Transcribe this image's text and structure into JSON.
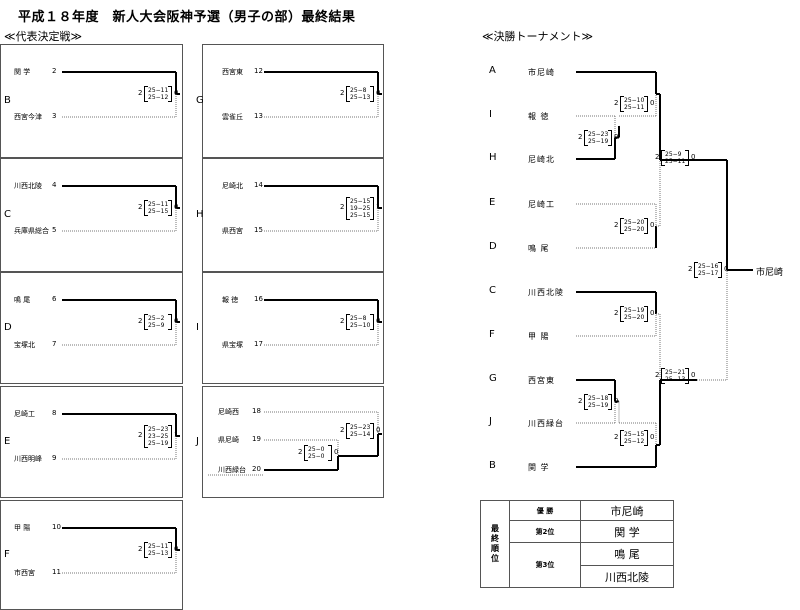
{
  "title": "平成１８年度　新人大会阪神予選（男子の部）最終結果",
  "rep_header": "≪代表決定戦≫",
  "tourn_header": "≪決勝トーナメント≫",
  "rep_blocks": [
    {
      "block": "B",
      "top": {
        "name": "関 学",
        "seed": "2"
      },
      "bottom": {
        "name": "西宮今津",
        "seed": "3"
      },
      "games_w": "2",
      "scores": "25−11\n25−12",
      "games_l": "0"
    },
    {
      "block": "C",
      "top": {
        "name": "川西北陵",
        "seed": "4"
      },
      "bottom": {
        "name": "兵庫県総合",
        "seed": "5"
      },
      "games_w": "2",
      "scores": "25−11\n25−15",
      "games_l": "0"
    },
    {
      "block": "D",
      "top": {
        "name": "鳴 尾",
        "seed": "6"
      },
      "bottom": {
        "name": "宝塚北",
        "seed": "7"
      },
      "games_w": "2",
      "scores": "25−2\n25−9",
      "games_l": "0"
    },
    {
      "block": "E",
      "top": {
        "name": "尼崎工",
        "seed": "8"
      },
      "bottom": {
        "name": "川西明峰",
        "seed": "9"
      },
      "games_w": "2",
      "scores": "25−23\n23−25\n25−19",
      "games_l": "1"
    },
    {
      "block": "F",
      "top": {
        "name": "甲 陽",
        "seed": "10"
      },
      "bottom": {
        "name": "市西宮",
        "seed": "11"
      },
      "games_w": "2",
      "scores": "25−11\n25−13",
      "games_l": "0"
    },
    {
      "block": "G",
      "top": {
        "name": "西宮東",
        "seed": "12"
      },
      "bottom": {
        "name": "雲雀丘",
        "seed": "13"
      },
      "games_w": "2",
      "scores": "25−8\n25−13",
      "games_l": "0"
    },
    {
      "block": "H",
      "top": {
        "name": "尼崎北",
        "seed": "14"
      },
      "bottom": {
        "name": "県西宮",
        "seed": "15"
      },
      "games_w": "2",
      "scores": "25−15\n19−25\n25−15",
      "games_l": "1"
    },
    {
      "block": "I",
      "top": {
        "name": "報 徳",
        "seed": "16"
      },
      "bottom": {
        "name": "県宝塚",
        "seed": "17"
      },
      "games_w": "2",
      "scores": "25−8\n25−10",
      "games_l": "0"
    }
  ],
  "block_j": {
    "block": "J",
    "teams": [
      {
        "name": "尼崎西",
        "seed": "18"
      },
      {
        "name": "県尼崎",
        "seed": "19"
      },
      {
        "name": "川西緑台",
        "seed": "20"
      }
    ],
    "semi": {
      "games_w": "2",
      "scores": "25−0\n25−0",
      "games_l": "0"
    },
    "final": {
      "games_w": "2",
      "scores": "25−23\n25−14",
      "games_l": "0"
    }
  },
  "tournament": {
    "slots": [
      {
        "letter": "A",
        "name": "市尼崎"
      },
      {
        "letter": "I",
        "name": "報 徳"
      },
      {
        "letter": "H",
        "name": "尼崎北"
      },
      {
        "letter": "E",
        "name": "尼崎工"
      },
      {
        "letter": "D",
        "name": "鳴 尾"
      },
      {
        "letter": "C",
        "name": "川西北陵"
      },
      {
        "letter": "F",
        "name": "甲 陽"
      },
      {
        "letter": "G",
        "name": "西宮東"
      },
      {
        "letter": "J",
        "name": "川西緑台"
      },
      {
        "letter": "B",
        "name": "関 学"
      }
    ],
    "matches": {
      "r1_top": {
        "w": "2",
        "scores": "25−23\n25−19",
        "l": "0"
      },
      "r1_bot": {
        "w": "2",
        "scores": "25−18\n25−19",
        "l": "0"
      },
      "qf1": {
        "w": "2",
        "scores": "25−10\n25−11",
        "l": "0"
      },
      "qf2": {
        "w": "2",
        "scores": "25−20\n25−20",
        "l": "0"
      },
      "qf3": {
        "w": "2",
        "scores": "25−19\n25−20",
        "l": "0"
      },
      "qf4": {
        "w": "2",
        "scores": "25−15\n25−12",
        "l": "0"
      },
      "sf1": {
        "w": "2",
        "scores": "25−9\n25−11",
        "l": "0"
      },
      "sf2": {
        "w": "2",
        "scores": "25−21\n25−13",
        "l": "0"
      },
      "final": {
        "w": "2",
        "scores": "25−16\n25−17",
        "l": "0"
      }
    },
    "champion": "市尼崎"
  },
  "results": {
    "side_label": "最終順位",
    "rows": [
      {
        "label": "優 勝",
        "team": "市尼崎"
      },
      {
        "label": "第2位",
        "team": "関 学"
      },
      {
        "label": "第3位",
        "team": "鳴 尾"
      },
      {
        "label": "",
        "team": "川西北陵"
      }
    ]
  }
}
